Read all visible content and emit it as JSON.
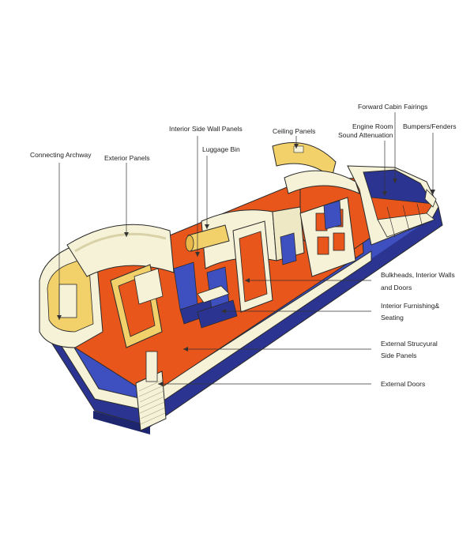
{
  "diagram": {
    "colors": {
      "exterior": "#F6F2D8",
      "interior": "#E8561C",
      "seat": "#3E4FC0",
      "floor": "#2B3591",
      "ceiling": "#F2D06A",
      "outline": "#2A2A2A",
      "leader": "#333333"
    },
    "labels": {
      "connecting_archway": "Connecting Archway",
      "exterior_panels": "Exterior Panels",
      "interior_side_wall_panels": "Interior Side Wall Panels",
      "luggage_bin": "Luggage Bin",
      "ceiling_panels": "Ceiling Panels",
      "engine_room_line1": "Engine Room",
      "engine_room_line2": "Sound Attenuation",
      "forward_cabin_fairings": "Forward Cabin Fairings",
      "bumpers_fenders": "Bumpers/Fenders",
      "bulkheads_line1": "Bulkheads, Interior Walls",
      "bulkheads_line2": "and Doors",
      "interior_furnishing_line1": "Interior Furnishing&",
      "interior_furnishing_line2": "Seating",
      "external_structural_line1": "External Strucyural",
      "external_structural_line2": "Side Panels",
      "external_doors": "External Doors"
    }
  }
}
